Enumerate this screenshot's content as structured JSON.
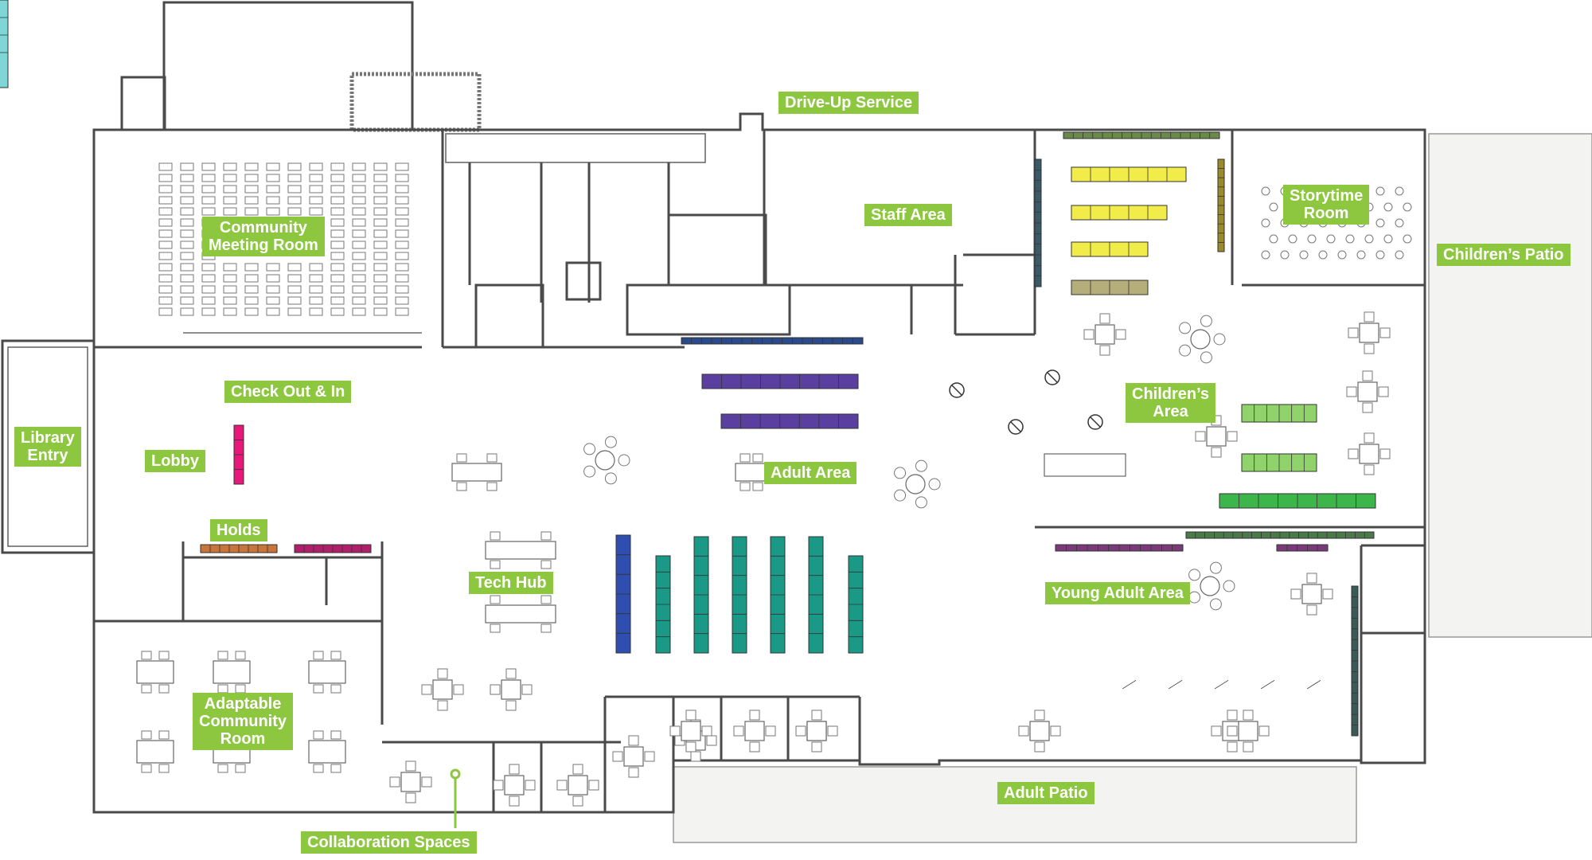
{
  "labels": {
    "drive_up": "Drive-Up Service",
    "meeting_room_1": "Community",
    "meeting_room_2": "Meeting Room",
    "staff_area": "Staff Area",
    "storytime_1": "Storytime",
    "storytime_2": "Room",
    "childrens_patio": "Children’s Patio",
    "library_entry_1": "Library",
    "library_entry_2": "Entry",
    "check_out": "Check Out & In",
    "lobby": "Lobby",
    "childrens_area_1": "Children’s",
    "childrens_area_2": "Area",
    "adult_area": "Adult Area",
    "holds": "Holds",
    "tech_hub": "Tech Hub",
    "young_adult": "Young Adult Area",
    "adaptable_1": "Adaptable",
    "adaptable_2": "Community",
    "adaptable_3": "Room",
    "adult_patio": "Adult Patio",
    "collaboration": "Collaboration Spaces"
  },
  "colors": {
    "label_bg": "#8dc63f",
    "adult_shelves": "#5b3fa0",
    "adult_stacks_teal": "#1a9a86",
    "adult_stacks_blue": "#2f4fb0",
    "childrens_yellow": "#f2ec4a",
    "childrens_olive": "#b5ad7a",
    "childrens_green": "#8fd36a",
    "childrens_green_dark": "#3cb54a",
    "ya_shelves": "#7fd6d6",
    "holds_orange": "#c8743a",
    "holds_magenta": "#b0206a",
    "checkout_pink": "#e8177a"
  }
}
